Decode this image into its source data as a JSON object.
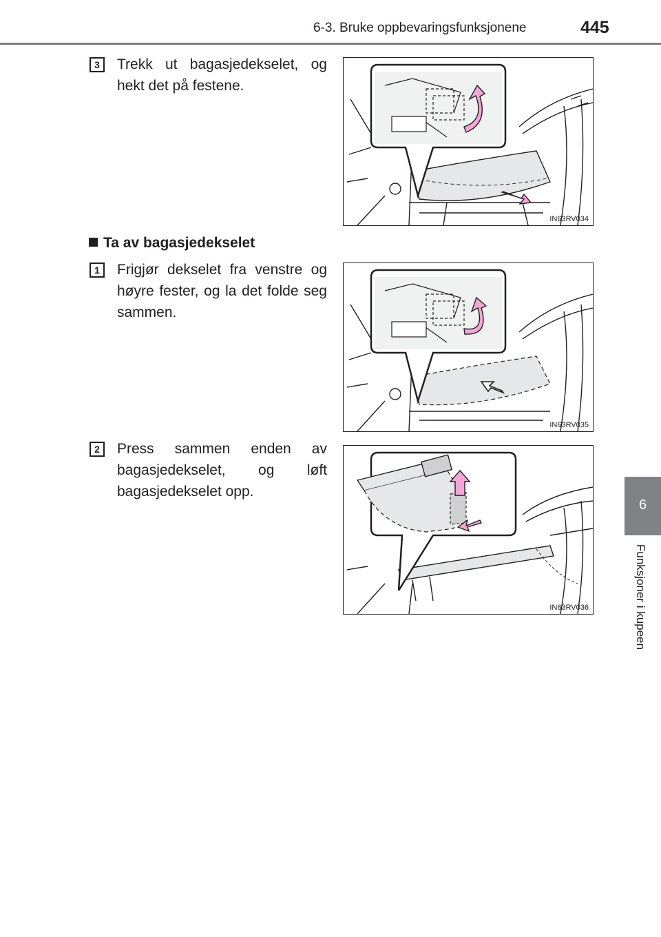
{
  "header": {
    "title": "6-3. Bruke oppbevaringsfunksjonene",
    "page_number": "445"
  },
  "side_tab": {
    "chapter_number": "6",
    "chapter_title": "Funksjoner i kupeen"
  },
  "steps_top": [
    {
      "number": "3",
      "text": "Trekk ut bagasjedekselet, og hekt det på festene.",
      "figure_code": "IN63RV034"
    }
  ],
  "section": {
    "heading": "Ta av bagasjedekselet",
    "steps": [
      {
        "number": "1",
        "text": "Frigjør dekselet fra venstre og høyre fester, og la det folde seg sammen.",
        "figure_code": "IN63RV035"
      },
      {
        "number": "2",
        "text": "Press sammen enden av bagasjedekselet, og løft bagasjedekselet opp.",
        "figure_code": "IN63RV036"
      }
    ]
  },
  "colors": {
    "arrow_pink": "#f4a6d7",
    "cover_gray": "#e6e7e8",
    "tab_gray": "#808285"
  },
  "icons": [
    "square-bullet-icon",
    "curved-arrow-icon",
    "straight-arrow-icon"
  ]
}
